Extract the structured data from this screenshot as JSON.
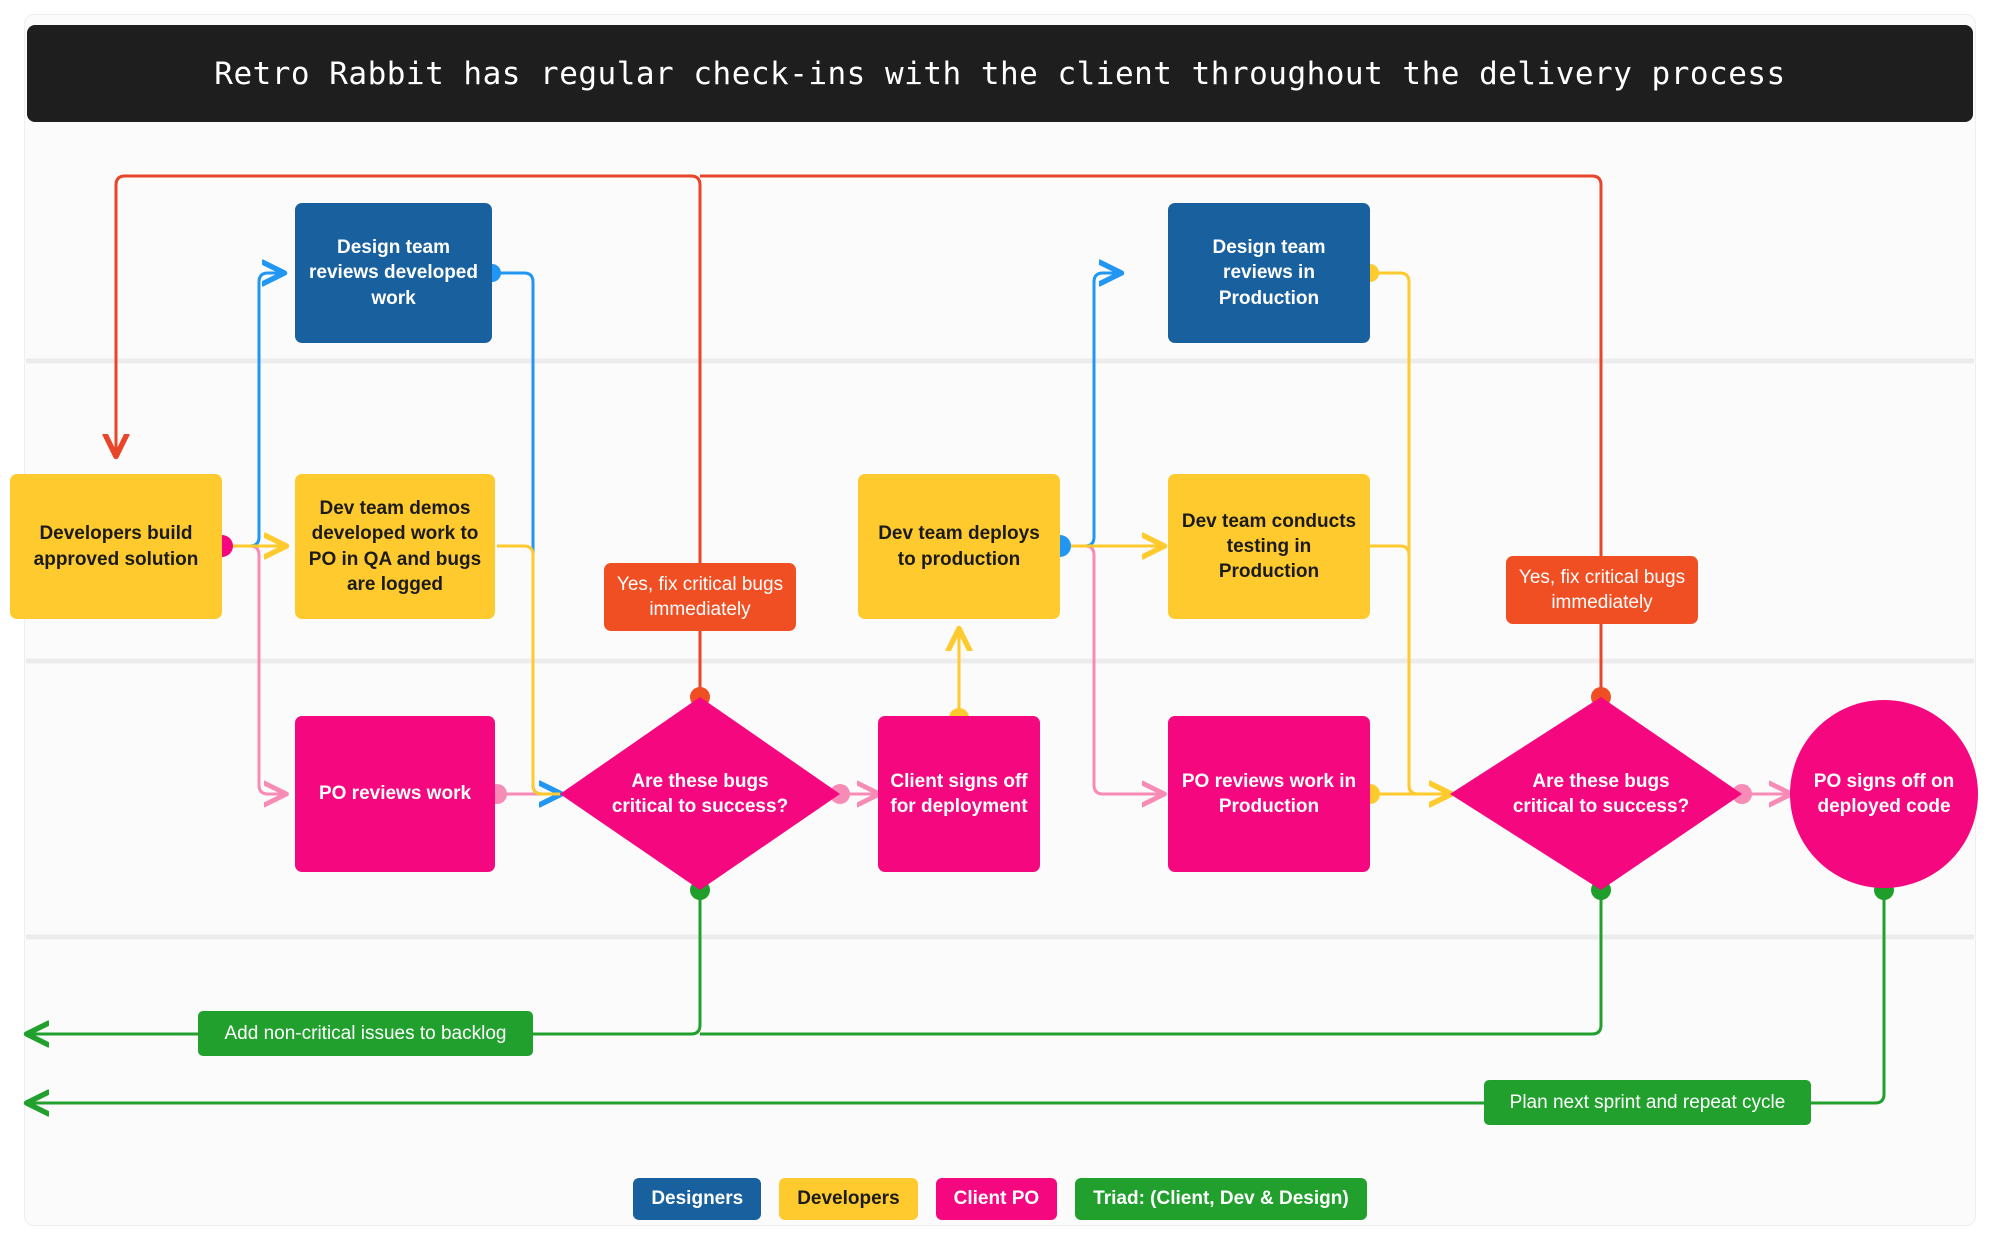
{
  "title": "Retro Rabbit has regular check-ins with the client throughout the delivery process",
  "colors": {
    "designers": "#19609f",
    "developers": "#ffca2e",
    "client_po": "#f5077f",
    "triad": "#22a02e",
    "critical": "#f04e23",
    "title_bg": "#1e1e1e",
    "canvas_bg": "#fbfbfb",
    "edge_pink": "#f78bb5",
    "edge_blue": "#2196f3",
    "edge_yellow": "#ffca2e",
    "edge_green": "#22a02e",
    "edge_red": "#e8452a"
  },
  "nodes": {
    "developers_build": "Developers build approved solution",
    "design_reviews_dev": "Design team reviews developed work",
    "dev_demos": "Dev team demos developed work to PO in QA and bugs are logged",
    "po_reviews_work": "PO reviews work",
    "yes_fix_critical_1": "Yes, fix critical bugs immediately",
    "bugs_critical_1": "Are these bugs critical to success?",
    "client_signs_off": "Client signs off for deployment",
    "dev_deploys": "Dev team deploys to production",
    "design_reviews_prod": "Design team reviews in Production",
    "dev_testing_prod": "Dev team conducts testing in Production",
    "po_reviews_prod": "PO reviews work in Production",
    "yes_fix_critical_2": "Yes, fix critical bugs immediately",
    "bugs_critical_2": "Are these bugs critical to success?",
    "po_signs_off": "PO signs off on deployed code",
    "add_backlog": "Add non-critical issues to backlog",
    "plan_next_sprint": "Plan next sprint and repeat cycle"
  },
  "legend": [
    {
      "label": "Designers",
      "color": "#19609f"
    },
    {
      "label": "Developers",
      "color": "#ffca2e"
    },
    {
      "label": "Client PO",
      "color": "#f5077f"
    },
    {
      "label": "Triad: (Client, Dev & Design)",
      "color": "#22a02e"
    }
  ]
}
